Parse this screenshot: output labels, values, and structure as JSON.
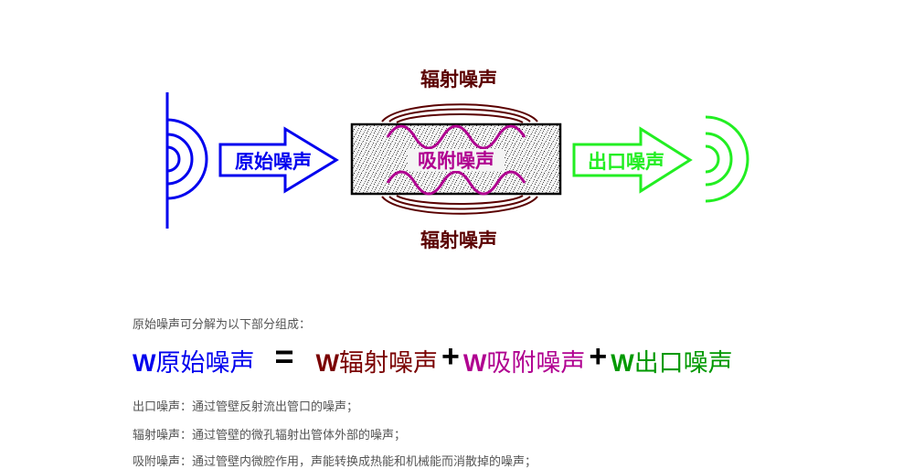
{
  "diagram": {
    "radiation_top": "辐射噪声",
    "radiation_bottom": "辐射噪声",
    "original_noise": "原始噪声",
    "absorbed_noise": "吸附噪声",
    "outlet_noise": "出口噪声"
  },
  "colors": {
    "original": "#0000ee",
    "radiation": "#7a0000",
    "absorbed": "#b00090",
    "outlet": "#009900",
    "outlet_arrow": "#22ee22"
  },
  "text": {
    "intro": "原始噪声可分解为以下部分组成：",
    "formula": {
      "w": "W",
      "original": "原始噪声",
      "equals": "=",
      "radiation": "辐射噪声",
      "plus1": "+",
      "absorbed": "吸附噪声",
      "plus2": "+",
      "outlet": "出口噪声"
    },
    "definitions": [
      "出口噪声：通过管壁反射流出管口的噪声；",
      "辐射噪声：通过管壁的微孔辐射出管体外部的噪声；",
      "吸附噪声：通过管壁内微腔作用，声能转换成热能和机械能而消散掉的噪声；"
    ]
  }
}
